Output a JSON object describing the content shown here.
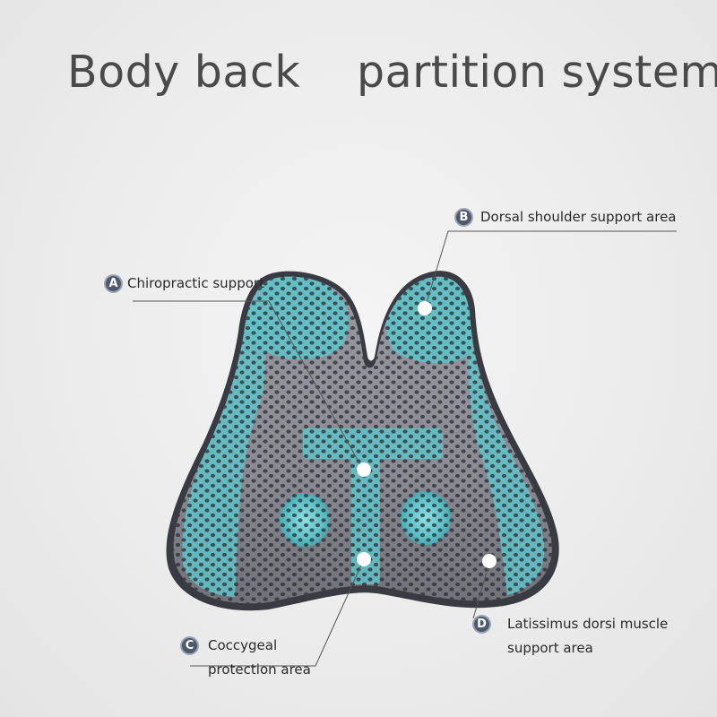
{
  "title": {
    "left": "Body back",
    "right": "partition system"
  },
  "callouts": {
    "a": {
      "badge": "A",
      "lines": [
        "Chiropractic support"
      ]
    },
    "b": {
      "badge": "B",
      "lines": [
        "Dorsal shoulder support area"
      ]
    },
    "c": {
      "badge": "C",
      "lines": [
        "Coccygeal",
        "protection area"
      ]
    },
    "d": {
      "badge": "D",
      "lines": [
        "Latissimus dorsi muscle",
        "support area"
      ]
    }
  },
  "colors": {
    "mesh_gray": "#8a8a94",
    "mesh_teal": "#5fc2c8",
    "badge": "#4e5a6c",
    "title": "#4a4a4a"
  }
}
